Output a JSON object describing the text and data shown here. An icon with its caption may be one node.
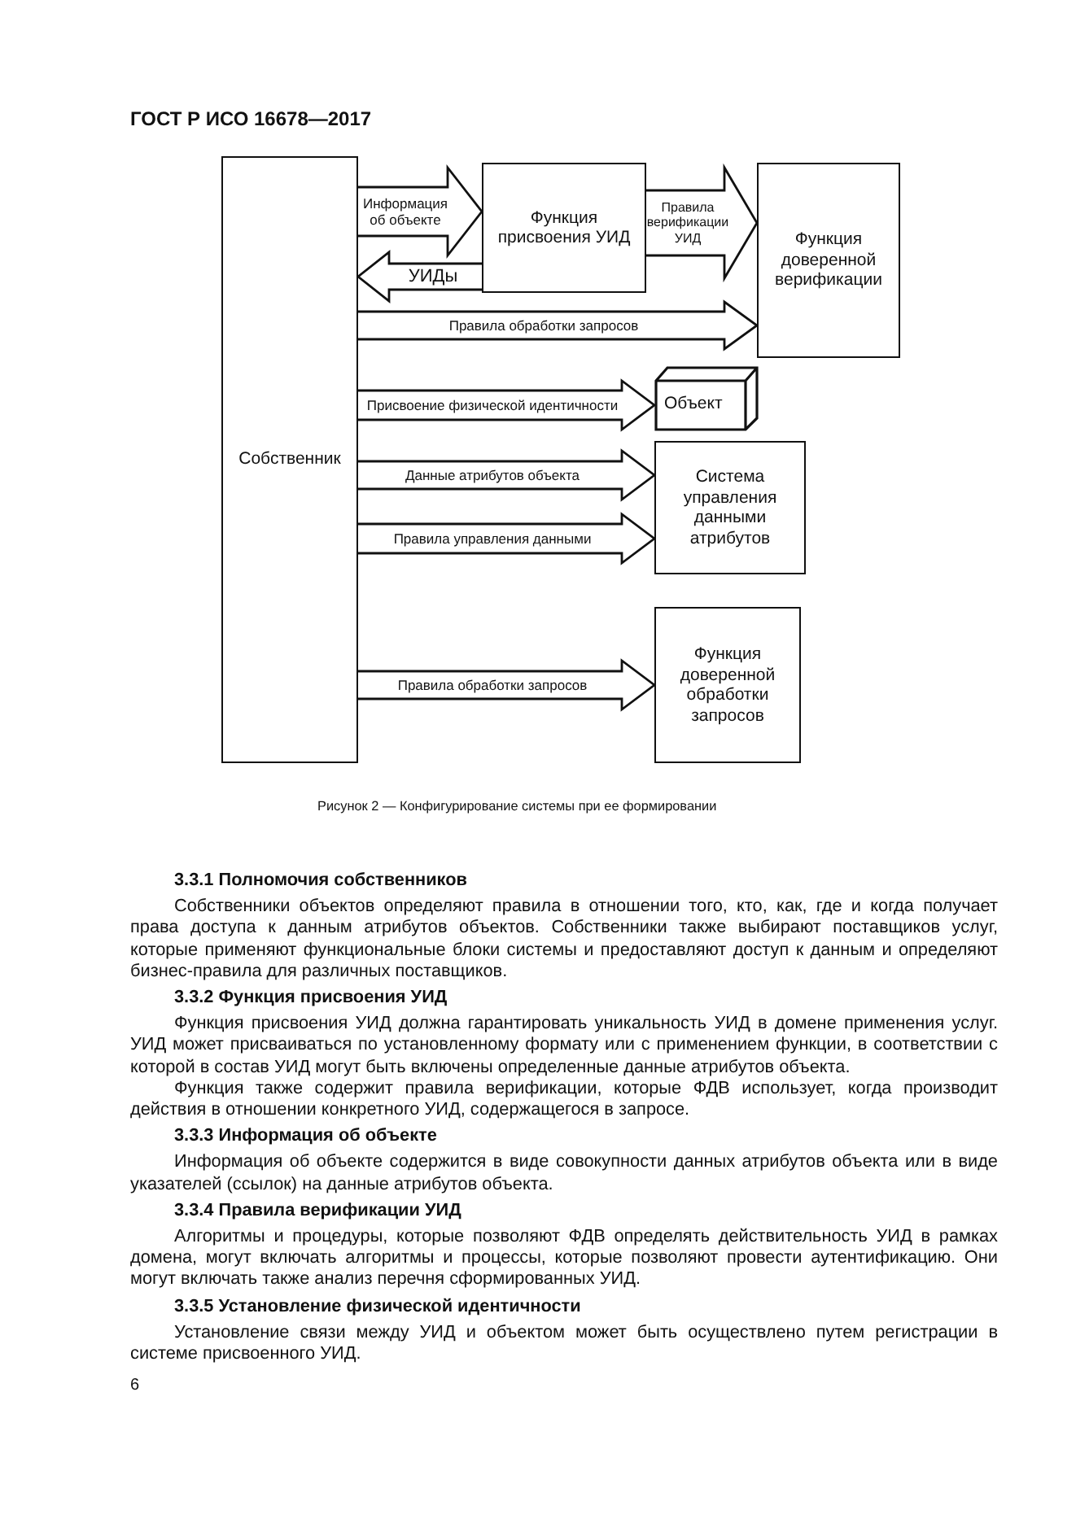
{
  "diagram": {
    "caption": "Рисунок 2 — Конфигурирование системы при ее формировании",
    "nodes": [
      {
        "text": [
          "Собственник"
        ]
      },
      {
        "text": [
          "Функция присвоения УИД"
        ]
      },
      {
        "text": [
          "Функция доверенной верификации"
        ]
      },
      {
        "text": [
          "Объект"
        ]
      },
      {
        "text": [
          "Система управления данными атрибутов"
        ]
      },
      {
        "text": [
          "Функция доверенной обработки запросов"
        ]
      }
    ],
    "edges": [
      {
        "from": 0,
        "to": 1,
        "arrow": "to",
        "label": "Информация об объекте"
      },
      {
        "from": 1,
        "to": 0,
        "arrow": "to",
        "label": "УИДы"
      },
      {
        "from": 1,
        "to": 2,
        "arrow": "to",
        "label": "Правила верификации УИД"
      },
      {
        "from": 0,
        "to": 2,
        "arrow": "to",
        "label": "Правила обработки запросов"
      },
      {
        "from": 0,
        "to": 3,
        "arrow": "to",
        "label": "Присвоение физической идентичности"
      },
      {
        "from": 0,
        "to": 4,
        "arrow": "to",
        "label": "Данные атрибутов объекта"
      },
      {
        "from": 0,
        "to": 4,
        "arrow": "to",
        "label": "Правила управления данными"
      },
      {
        "from": 0,
        "to": 5,
        "arrow": "to",
        "label": "Правила обработки запросов"
      }
    ],
    "labels": [
      "ГОСТ Р ИСО 16678—2017",
      "3.3.1 Полномочия собственников",
      "Собственники объектов определяют правила в отношении того, кто, как, где и когда получает права доступа к данным атрибутов объектов. Собственники также выбирают поставщиков услуг, которые применяют функциональные блоки системы и предоставляют доступ к данным и определяют бизнес-правила для различных поставщиков.",
      "3.3.2 Функция присвоения УИД",
      "Функция присвоения УИД должна гарантировать уникальность УИД в домене применения услуг. УИД может присваиваться по установленному формату или с применением функции, в соответствии с которой в состав УИД могут быть включены определенные данные атрибутов объекта.",
      "Функция также содержит правила верификации, которые ФДВ использует, когда производит действия в отношении конкретного УИД, содержащегося в запросе.",
      "3.3.3 Информация об объекте",
      "Информация об объекте содержится в виде совокупности данных атрибутов объекта или в виде указателей (ссылок) на данные атрибутов объекта.",
      "3.3.4 Правила верификации УИД",
      "Алгоритмы и процедуры, которые позволяют ФДВ определять действительность УИД в рамках домена, могут включать алгоритмы и процессы, которые позволяют провести аутентификацию. Они могут включать также анализ перечня сформированных УИД.",
      "3.3.5 Установление физической идентичности",
      "Установление связи между УИД и объектом может быть осуществлено путем регистрации в системе присвоенного УИД.",
      "6"
    ]
  }
}
